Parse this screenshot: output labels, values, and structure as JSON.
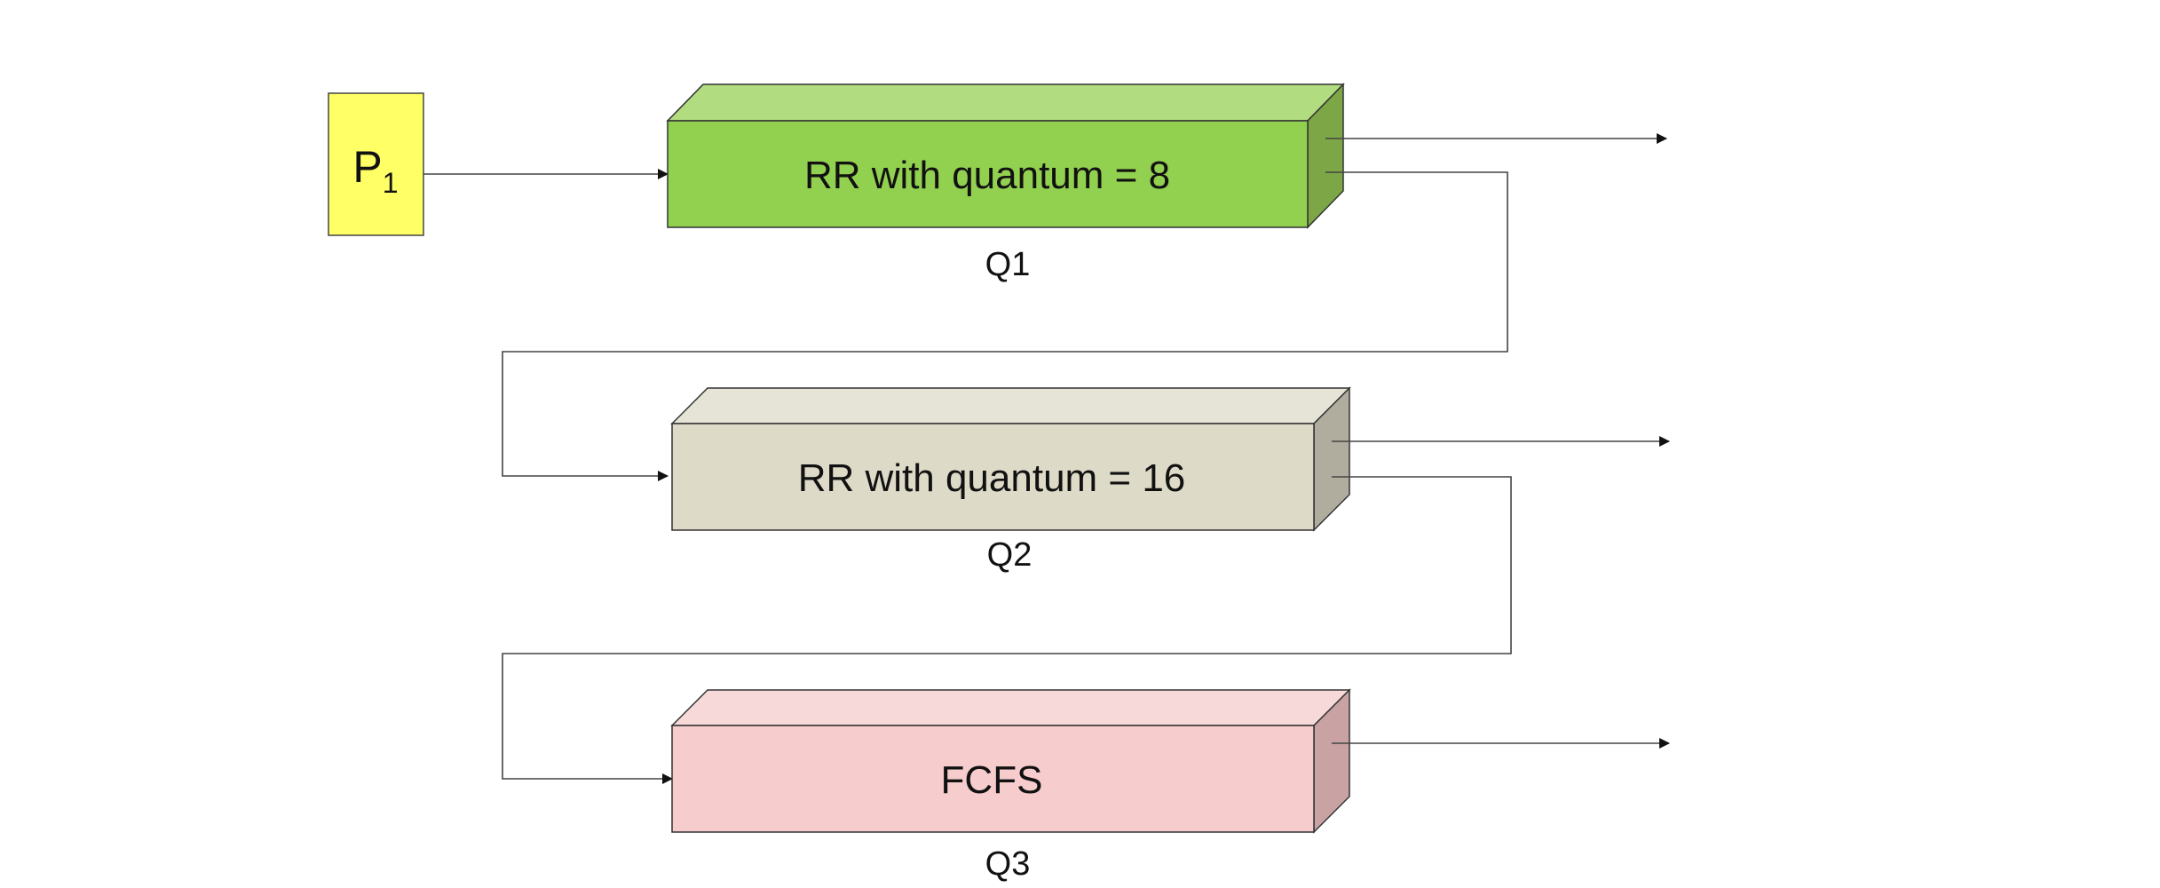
{
  "process": {
    "label": "P",
    "subscript": "1"
  },
  "queues": [
    {
      "id": "q1",
      "name": "Q1",
      "policy": "RR with quantum = 8",
      "colors": {
        "front": "#92d050",
        "top": "#b1dc80",
        "side": "#7da646"
      }
    },
    {
      "id": "q2",
      "name": "Q2",
      "policy": "RR with quantum = 16",
      "colors": {
        "front": "#dddac8",
        "top": "#e6e4d6",
        "side": "#b0ad9e"
      }
    },
    {
      "id": "q3",
      "name": "Q3",
      "policy": "FCFS",
      "colors": {
        "front": "#f6cccd",
        "top": "#f8d9da",
        "side": "#c9a3a4"
      }
    }
  ],
  "colors": {
    "process_fill": "#ffff66",
    "line": "#444444"
  }
}
